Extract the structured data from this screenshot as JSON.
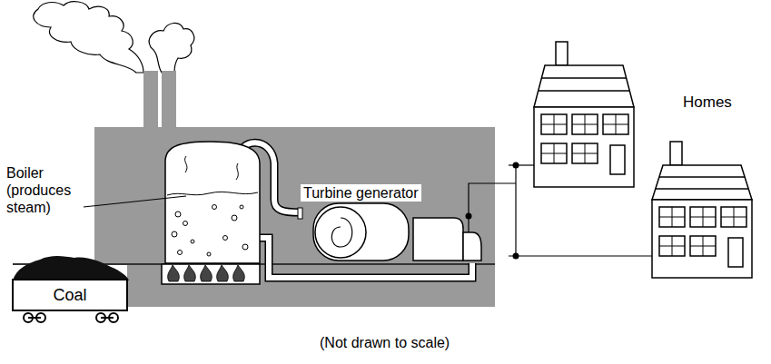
{
  "diagram": {
    "caption": "(Not drawn to scale)",
    "nodes": [
      {
        "text": [
          "Coal"
        ]
      }
    ],
    "labels": [
      "Boiler (produces steam)",
      "Turbine generator",
      "Homes"
    ]
  }
}
